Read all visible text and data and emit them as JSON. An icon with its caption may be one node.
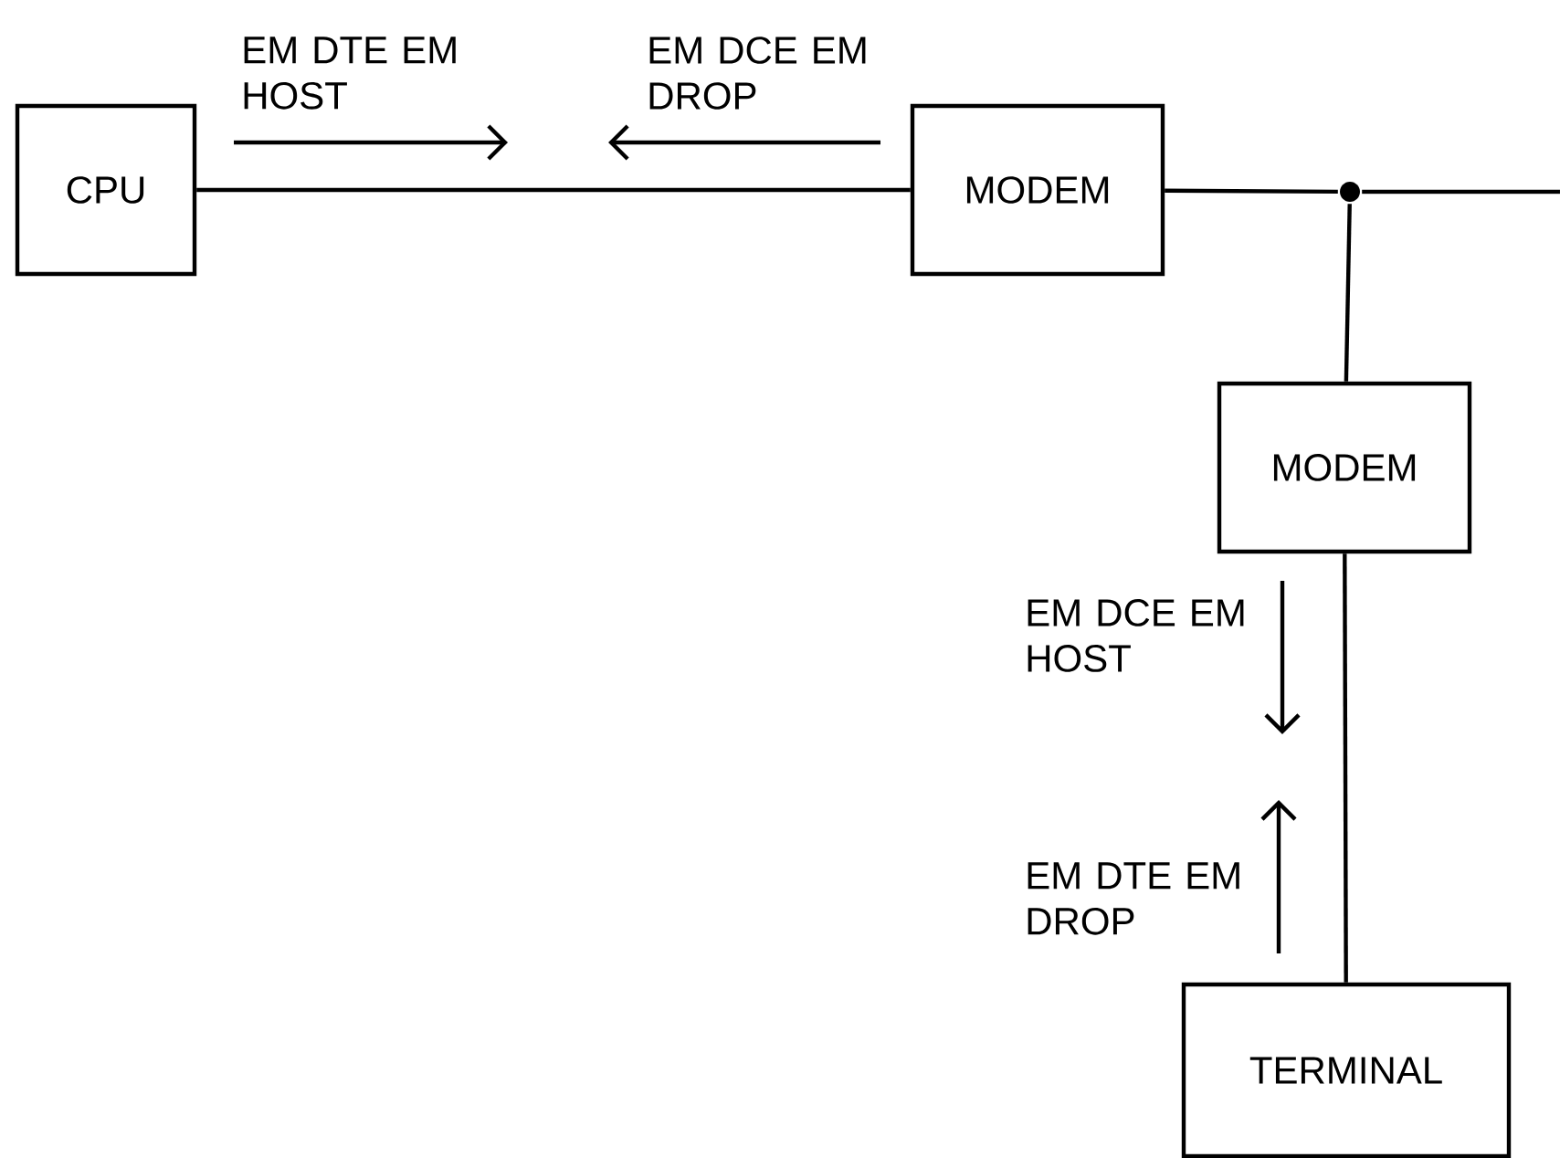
{
  "diagram": {
    "nodes": [
      {
        "text": [
          "CPU"
        ]
      },
      {
        "text": [
          "MODEM"
        ]
      },
      {
        "text": [
          "MODEM"
        ]
      },
      {
        "text": [
          "TERMINAL"
        ]
      },
      {
        "text": [],
        "shape": "circle"
      }
    ],
    "edges": [
      {
        "from": 0,
        "to": 1,
        "arrow": "none"
      },
      {
        "from": 1,
        "to": 4,
        "arrow": "none"
      },
      {
        "from": 4,
        "to": null,
        "arrow": "none"
      },
      {
        "from": 4,
        "to": 2,
        "arrow": "none"
      },
      {
        "from": 2,
        "to": 3,
        "arrow": "none"
      }
    ],
    "labels": [
      "EM DTE EM HOST",
      "EM DCE EM DROP",
      "EM DCE EM HOST",
      "EM DTE EM DROP"
    ]
  }
}
